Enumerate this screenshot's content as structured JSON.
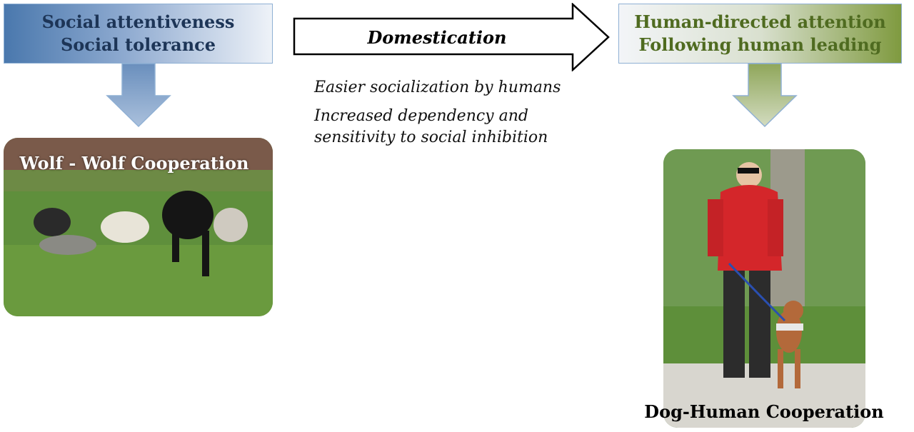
{
  "left_box": {
    "line1": "Social attentiveness",
    "line2": "Social tolerance"
  },
  "right_box": {
    "line1": "Human-directed attention",
    "line2": "Following human leading"
  },
  "arrow": {
    "label": "Domestication"
  },
  "notes": [
    "Easier socialization by humans",
    "Increased dependency and",
    "sensitivity to social inhibition"
  ],
  "captions": {
    "wolf": "Wolf - Wolf Cooperation",
    "dog": "Dog-Human Cooperation"
  },
  "colors": {
    "left_accent": "#4a78ad",
    "right_accent": "#7f9a3f",
    "arrow_stroke": "#000000"
  }
}
